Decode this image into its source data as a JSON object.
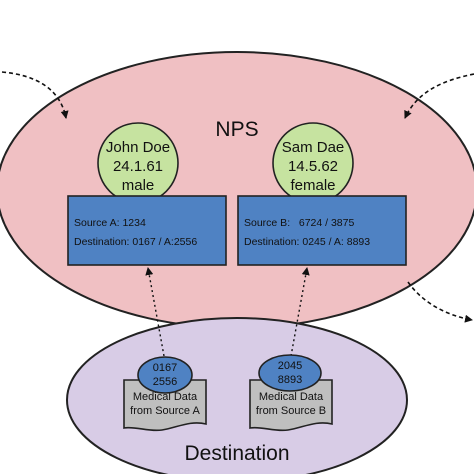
{
  "nps": {
    "title": "NPS",
    "fill": "#f0c0c3",
    "patients": [
      {
        "name": "John Doe",
        "dob": "24.1.61",
        "sex": "male",
        "source_line": "Source A: 1234",
        "destination_line": "Destination: 0167 / A:2556"
      },
      {
        "name": "Sam Dae",
        "dob": "14.5.62",
        "sex": "female",
        "source_line": "Source B:   6724 / 3875",
        "destination_line": "Destination: 0245 / A: 8893"
      }
    ]
  },
  "destination": {
    "title": "Destination",
    "fill": "#d8cce6",
    "records": [
      {
        "id_line1": "0167",
        "id_line2": "2556",
        "doc_line1": "Medical Data",
        "doc_line2": "from Source A"
      },
      {
        "id_line1": "2045",
        "id_line2": "8893",
        "doc_line1": "Medical Data",
        "doc_line2": "from Source B"
      }
    ]
  },
  "colors": {
    "person_circle": "#c6e3a0",
    "record_box": "#4f82c3",
    "id_ellipse": "#4f82c3",
    "document": "#bfbfbf",
    "outline": "#222222"
  }
}
